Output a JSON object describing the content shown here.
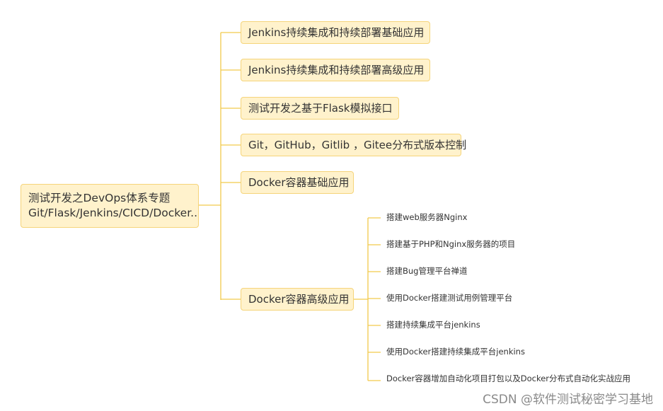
{
  "root": {
    "line1": "测试开发之DevOps体系专题",
    "line2": "Git/Flask/Jenkins/CICD/Docker.."
  },
  "branches": [
    {
      "label": "Jenkins持续集成和持续部署基础应用"
    },
    {
      "label": "Jenkins持续集成和持续部署高级应用"
    },
    {
      "label": "测试开发之基于Flask模拟接口"
    },
    {
      "label": "Git，GitHub，Gitlib ，Gitee分布式版本控制"
    },
    {
      "label": "Docker容器基础应用"
    },
    {
      "label": "Docker容器高级应用"
    }
  ],
  "leaves": [
    {
      "label": "搭建web服务器Nginx"
    },
    {
      "label": "搭建基于PHP和Nginx服务器的项目"
    },
    {
      "label": "搭建Bug管理平台禅道"
    },
    {
      "label": "使用Docker搭建测试用例管理平台"
    },
    {
      "label": "搭建持续集成平台jenkins"
    },
    {
      "label": "使用Docker搭建持续集成平台jenkins"
    },
    {
      "label": "Docker容器增加自动化项目打包以及Docker分布式自动化实战应用"
    }
  ],
  "watermark": "CSDN @软件测试秘密学习基地",
  "colors": {
    "node_fill": "#fff2cc",
    "node_border": "#f5d47a",
    "connector": "#f2c94c"
  }
}
